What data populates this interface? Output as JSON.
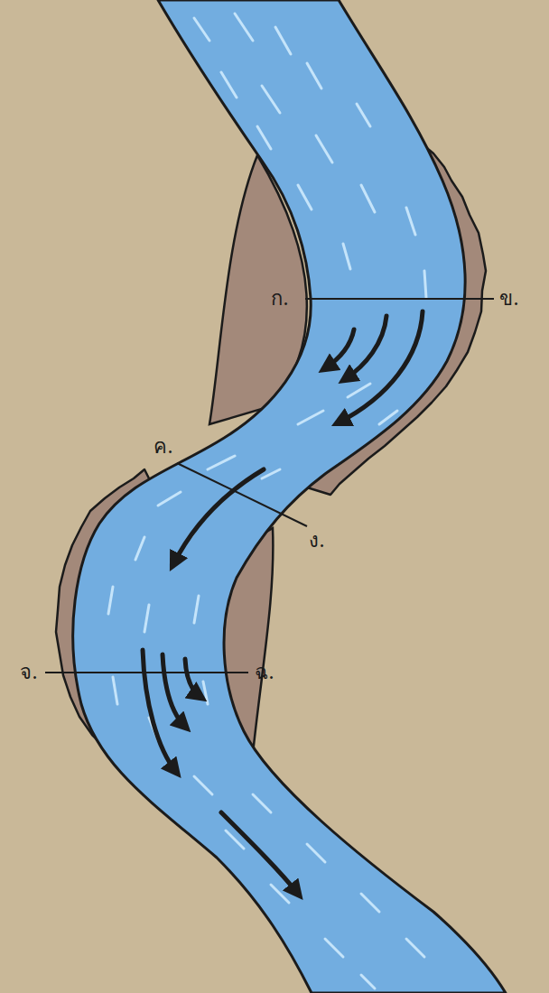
{
  "diagram": {
    "labels": [
      "ก.",
      "ข.",
      "ค.",
      "ง.",
      "จ.",
      "ฉ."
    ]
  }
}
